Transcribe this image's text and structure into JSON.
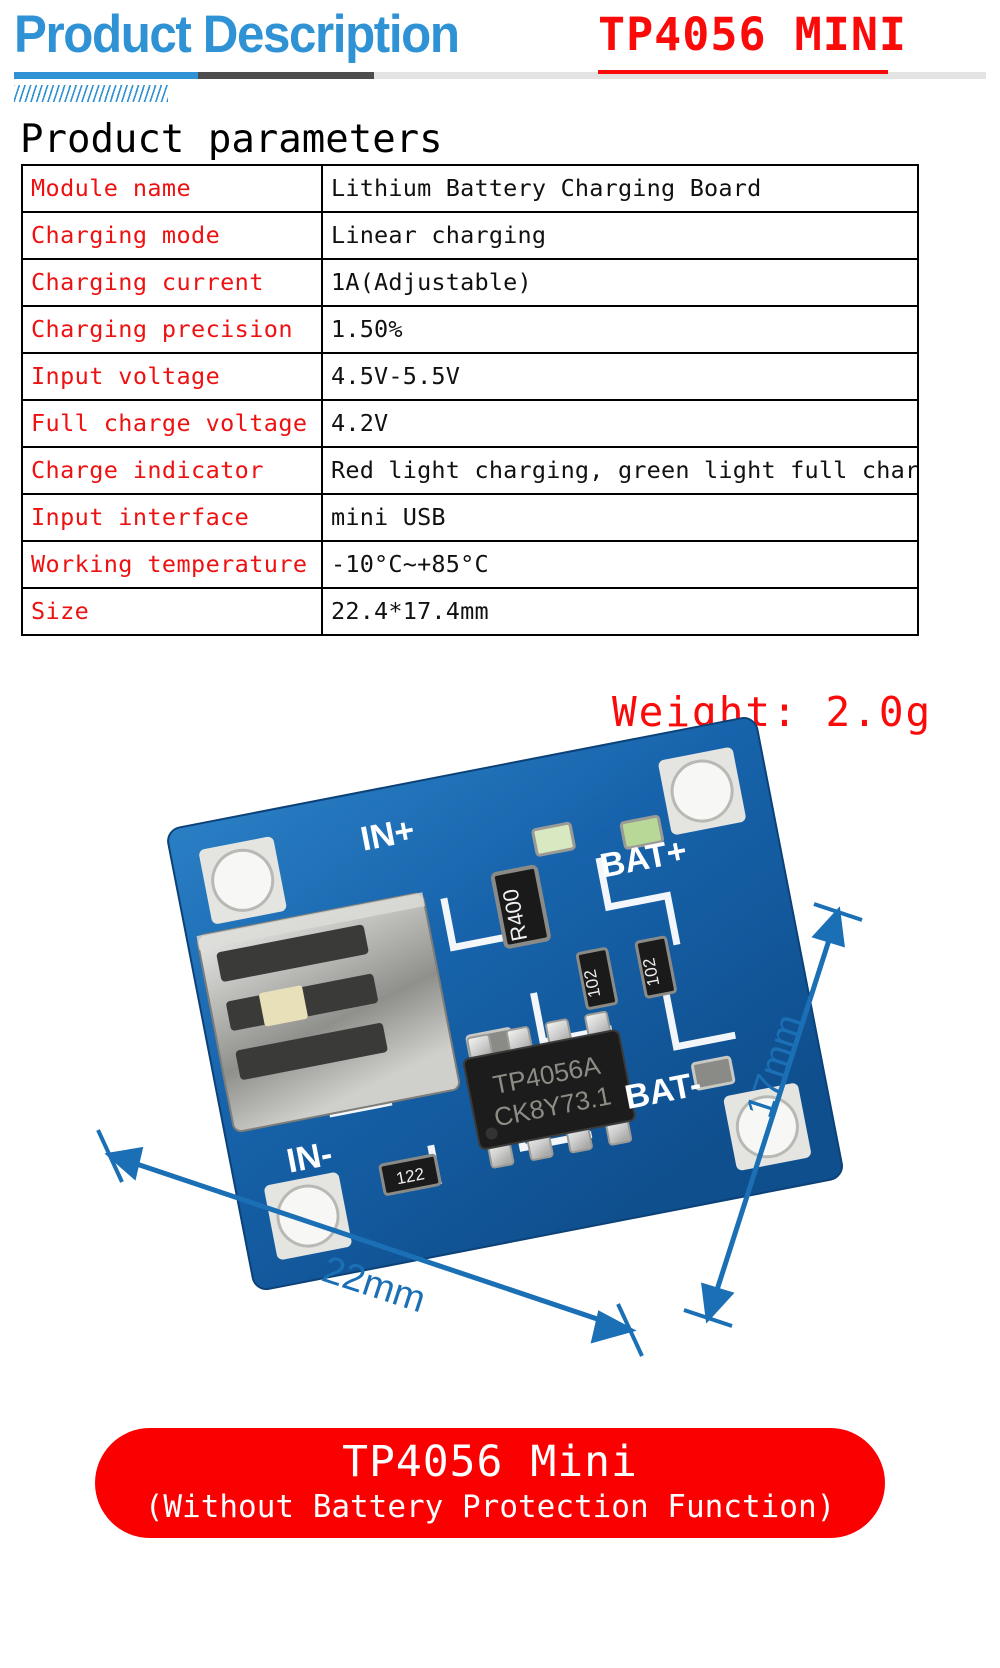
{
  "header": {
    "title": "Product Description",
    "subtitle": "TP4056 MINI",
    "accent_blue": "#2f92d4",
    "accent_red": "#fb0a0a",
    "rule_dark": "#4d4d4d",
    "rule_light": "#e3e3e3"
  },
  "section": {
    "heading": "Product parameters"
  },
  "spec_table": {
    "rows": [
      {
        "label": "Module name",
        "value": "Lithium Battery Charging Board"
      },
      {
        "label": "Charging mode",
        "value": "Linear charging"
      },
      {
        "label": "Charging current",
        "value": "1A(Adjustable)"
      },
      {
        "label": "Charging precision",
        "value": "1.50%"
      },
      {
        "label": "Input voltage",
        "value": "4.5V-5.5V"
      },
      {
        "label": "Full charge voltage",
        "value": "4.2V"
      },
      {
        "label": "Charge indicator",
        "value": "Red light charging, green light full charge"
      },
      {
        "label": "Input interface",
        "value": "mini USB"
      },
      {
        "label": "Working temperature",
        "value": "-10°C~+85°C"
      },
      {
        "label": "Size",
        "value": "22.4*17.4mm"
      }
    ],
    "label_color": "#ee1111",
    "value_color": "#111111"
  },
  "weight": {
    "text": "Weight: 2.0g",
    "color": "#fb0a0a"
  },
  "photo": {
    "board_color": "#1461a8",
    "silkscreen": {
      "in_plus": "IN+",
      "in_minus": "IN-",
      "bat_plus": "BAT+",
      "bat_minus": "BAT-"
    },
    "components": {
      "ic_line1": "TP4056A",
      "ic_line2": "CK8Y73.1",
      "resistor_r400": "R400",
      "resistor_102_a": "102",
      "resistor_102_b": "102",
      "resistor_122": "122"
    },
    "dimensions": {
      "width_label": "22mm",
      "height_label": "17mm",
      "arrow_color": "#1b6fb5"
    }
  },
  "banner": {
    "line1": "TP4056 Mini",
    "line2": "(Without Battery Protection Function)",
    "background": "#fb0000",
    "text_color": "#ffffff"
  }
}
